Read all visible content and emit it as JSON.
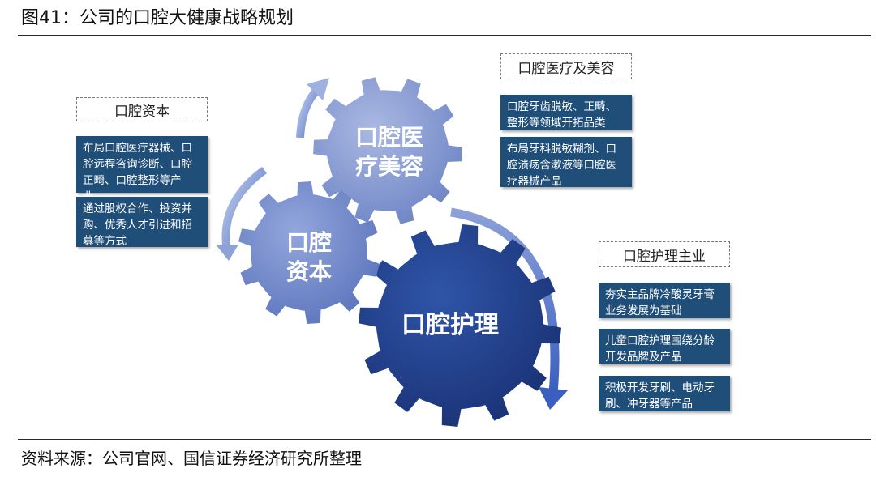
{
  "figure_title": "图41：公司的口腔大健康战略规划",
  "source": "资料来源：公司官网、国信证券经济研究所整理",
  "gears": {
    "medical_beauty": "口腔医\n疗美容",
    "capital": "口腔\n资本",
    "care": "口腔护理"
  },
  "groups": {
    "capital": {
      "label": "口腔资本",
      "items": [
        "布局口腔医疗器械、口\n腔远程咨询诊断、口腔\n正畸、口腔整形等产业。",
        "通过股权合作、投资并\n购、优秀人才引进和招\n募等方式"
      ]
    },
    "medical_beauty": {
      "label": "口腔医疗及美容",
      "items": [
        "口腔牙齿脱敏、正畸、\n整形等领域开拓品类",
        "布局牙科脱敏糊剂、口\n腔溃疡含漱液等口腔医\n疗器械产品"
      ]
    },
    "care": {
      "label": "口腔护理主业",
      "items": [
        "夯实主品牌冷酸灵牙膏\n业务发展为基础",
        "儿童口腔护理围绕分龄\n开发品牌及产品",
        "积极开发牙刷、电动牙\n刷、冲牙器等产品"
      ]
    }
  },
  "colors": {
    "box": "#1f4e79",
    "gear_light": "#8ea0d4",
    "gear_mid": "#6a82c6",
    "gear_dark": "#1f3e86",
    "arrow": "#7e96d2"
  }
}
